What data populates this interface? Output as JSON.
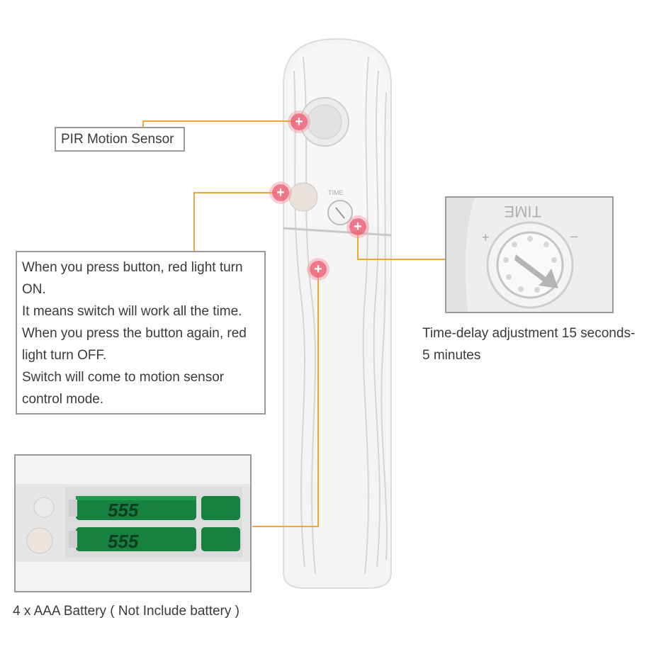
{
  "annotations": {
    "pir_label": "PIR Motion Sensor",
    "button_desc": [
      "When you press button, red light turn",
      "ON.",
      "It means switch will work all the time.",
      "When you press the button again, red",
      "light turn OFF.",
      "Switch will come to motion sensor",
      "control mode."
    ],
    "time_label_lines": [
      "Time-delay adjustment 15 seconds-",
      "5 minutes"
    ],
    "battery_label": "4 x AAA Battery ( Not Include battery )"
  },
  "device": {
    "dial_text": "TIME",
    "battery_brand": "555"
  },
  "hotspot_symbol": "+",
  "colors": {
    "leader_line": "#f0a632",
    "hotspot": "#ec6276",
    "box_border": "#9a9a9a",
    "battery_green": "#1f9a4a"
  }
}
